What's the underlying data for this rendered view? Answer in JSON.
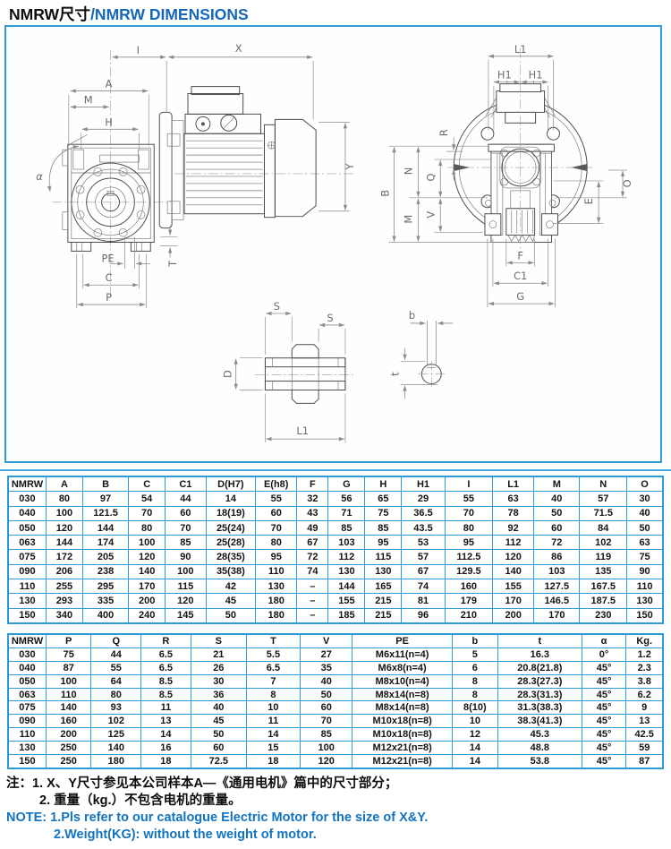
{
  "title": {
    "zh": "NMRW尺寸",
    "en": "/NMRW DIMENSIONS"
  },
  "colors": {
    "accent": "#2f9ad8",
    "title": "#1568b9",
    "note": "#1273c1",
    "ink": "#141414"
  },
  "drawing": {
    "side_view": {
      "I": "I",
      "X": "X",
      "A": "A",
      "M": "M",
      "H": "H",
      "alpha": "α",
      "Y": "Y",
      "PE": "PE",
      "T": "T",
      "C": "C",
      "P": "P"
    },
    "front_view": {
      "L1": "L1",
      "H1a": "H1",
      "H1b": "H1",
      "R": "R",
      "B": "B",
      "N": "N",
      "M": "M",
      "Q": "Q",
      "V": "V",
      "O": "O",
      "E": "E",
      "F": "F",
      "C1": "C1",
      "G": "G"
    },
    "shaft_view": {
      "S1": "S",
      "S2": "S",
      "D": "D",
      "L1": "L1",
      "b": "b",
      "t": "t"
    }
  },
  "table1": {
    "headers": [
      "NMRW",
      "A",
      "B",
      "C",
      "C1",
      "D(H7)",
      "E(h8)",
      "F",
      "G",
      "H",
      "H1",
      "I",
      "L1",
      "M",
      "N",
      "O"
    ],
    "rows": [
      [
        "030",
        "80",
        "97",
        "54",
        "44",
        "14",
        "55",
        "32",
        "56",
        "65",
        "29",
        "55",
        "63",
        "40",
        "57",
        "30"
      ],
      [
        "040",
        "100",
        "121.5",
        "70",
        "60",
        "18(19)",
        "60",
        "43",
        "71",
        "75",
        "36.5",
        "70",
        "78",
        "50",
        "71.5",
        "40"
      ],
      [
        "050",
        "120",
        "144",
        "80",
        "70",
        "25(24)",
        "70",
        "49",
        "85",
        "85",
        "43.5",
        "80",
        "92",
        "60",
        "84",
        "50"
      ],
      [
        "063",
        "144",
        "174",
        "100",
        "85",
        "25(28)",
        "80",
        "67",
        "103",
        "95",
        "53",
        "95",
        "112",
        "72",
        "102",
        "63"
      ],
      [
        "075",
        "172",
        "205",
        "120",
        "90",
        "28(35)",
        "95",
        "72",
        "112",
        "115",
        "57",
        "112.5",
        "120",
        "86",
        "119",
        "75"
      ],
      [
        "090",
        "206",
        "238",
        "140",
        "100",
        "35(38)",
        "110",
        "74",
        "130",
        "130",
        "67",
        "129.5",
        "140",
        "103",
        "135",
        "90"
      ],
      [
        "110",
        "255",
        "295",
        "170",
        "115",
        "42",
        "130",
        "–",
        "144",
        "165",
        "74",
        "160",
        "155",
        "127.5",
        "167.5",
        "110"
      ],
      [
        "130",
        "293",
        "335",
        "200",
        "120",
        "45",
        "180",
        "–",
        "155",
        "215",
        "81",
        "179",
        "170",
        "146.5",
        "187.5",
        "130"
      ],
      [
        "150",
        "340",
        "400",
        "240",
        "145",
        "50",
        "180",
        "–",
        "185",
        "215",
        "96",
        "210",
        "200",
        "170",
        "230",
        "150"
      ]
    ]
  },
  "table2": {
    "headers": [
      "NMRW",
      "P",
      "Q",
      "R",
      "S",
      "T",
      "V",
      "PE",
      "b",
      "t",
      "α",
      "Kg."
    ],
    "rows": [
      [
        "030",
        "75",
        "44",
        "6.5",
        "21",
        "5.5",
        "27",
        "M6x11(n=4)",
        "5",
        "16.3",
        "0°",
        "1.2"
      ],
      [
        "040",
        "87",
        "55",
        "6.5",
        "26",
        "6.5",
        "35",
        "M6x8(n=4)",
        "6",
        "20.8(21.8)",
        "45°",
        "2.3"
      ],
      [
        "050",
        "100",
        "64",
        "8.5",
        "30",
        "7",
        "40",
        "M8x10(n=4)",
        "8",
        "28.3(27.3)",
        "45°",
        "3.8"
      ],
      [
        "063",
        "110",
        "80",
        "8.5",
        "36",
        "8",
        "50",
        "M8x14(n=8)",
        "8",
        "28.3(31.3)",
        "45°",
        "6.2"
      ],
      [
        "075",
        "140",
        "93",
        "11",
        "40",
        "10",
        "60",
        "M8x14(n=8)",
        "8(10)",
        "31.3(38.3)",
        "45°",
        "9"
      ],
      [
        "090",
        "160",
        "102",
        "13",
        "45",
        "11",
        "70",
        "M10x18(n=8)",
        "10",
        "38.3(41.3)",
        "45°",
        "13"
      ],
      [
        "110",
        "200",
        "125",
        "14",
        "50",
        "14",
        "85",
        "M10x18(n=8)",
        "12",
        "45.3",
        "45°",
        "42.5"
      ],
      [
        "130",
        "250",
        "140",
        "16",
        "60",
        "15",
        "100",
        "M12x21(n=8)",
        "14",
        "48.8",
        "45°",
        "59"
      ],
      [
        "150",
        "250",
        "180",
        "18",
        "72.5",
        "18",
        "120",
        "M12x21(n=8)",
        "14",
        "53.8",
        "45°",
        "87"
      ]
    ]
  },
  "notes": {
    "zh_label": "注：",
    "zh_line1": "1. X、Y尺寸参见本公司样本A—《通用电机》篇中的尺寸部分；",
    "zh_line2": "2. 重量（kg.）不包含电机的重量。",
    "en_label": "NOTE:",
    "en_line1": "1.Pls refer to our catalogue Electric Motor for the size of X&Y.",
    "en_line2": "2.Weight(KG): without the weight of motor."
  }
}
